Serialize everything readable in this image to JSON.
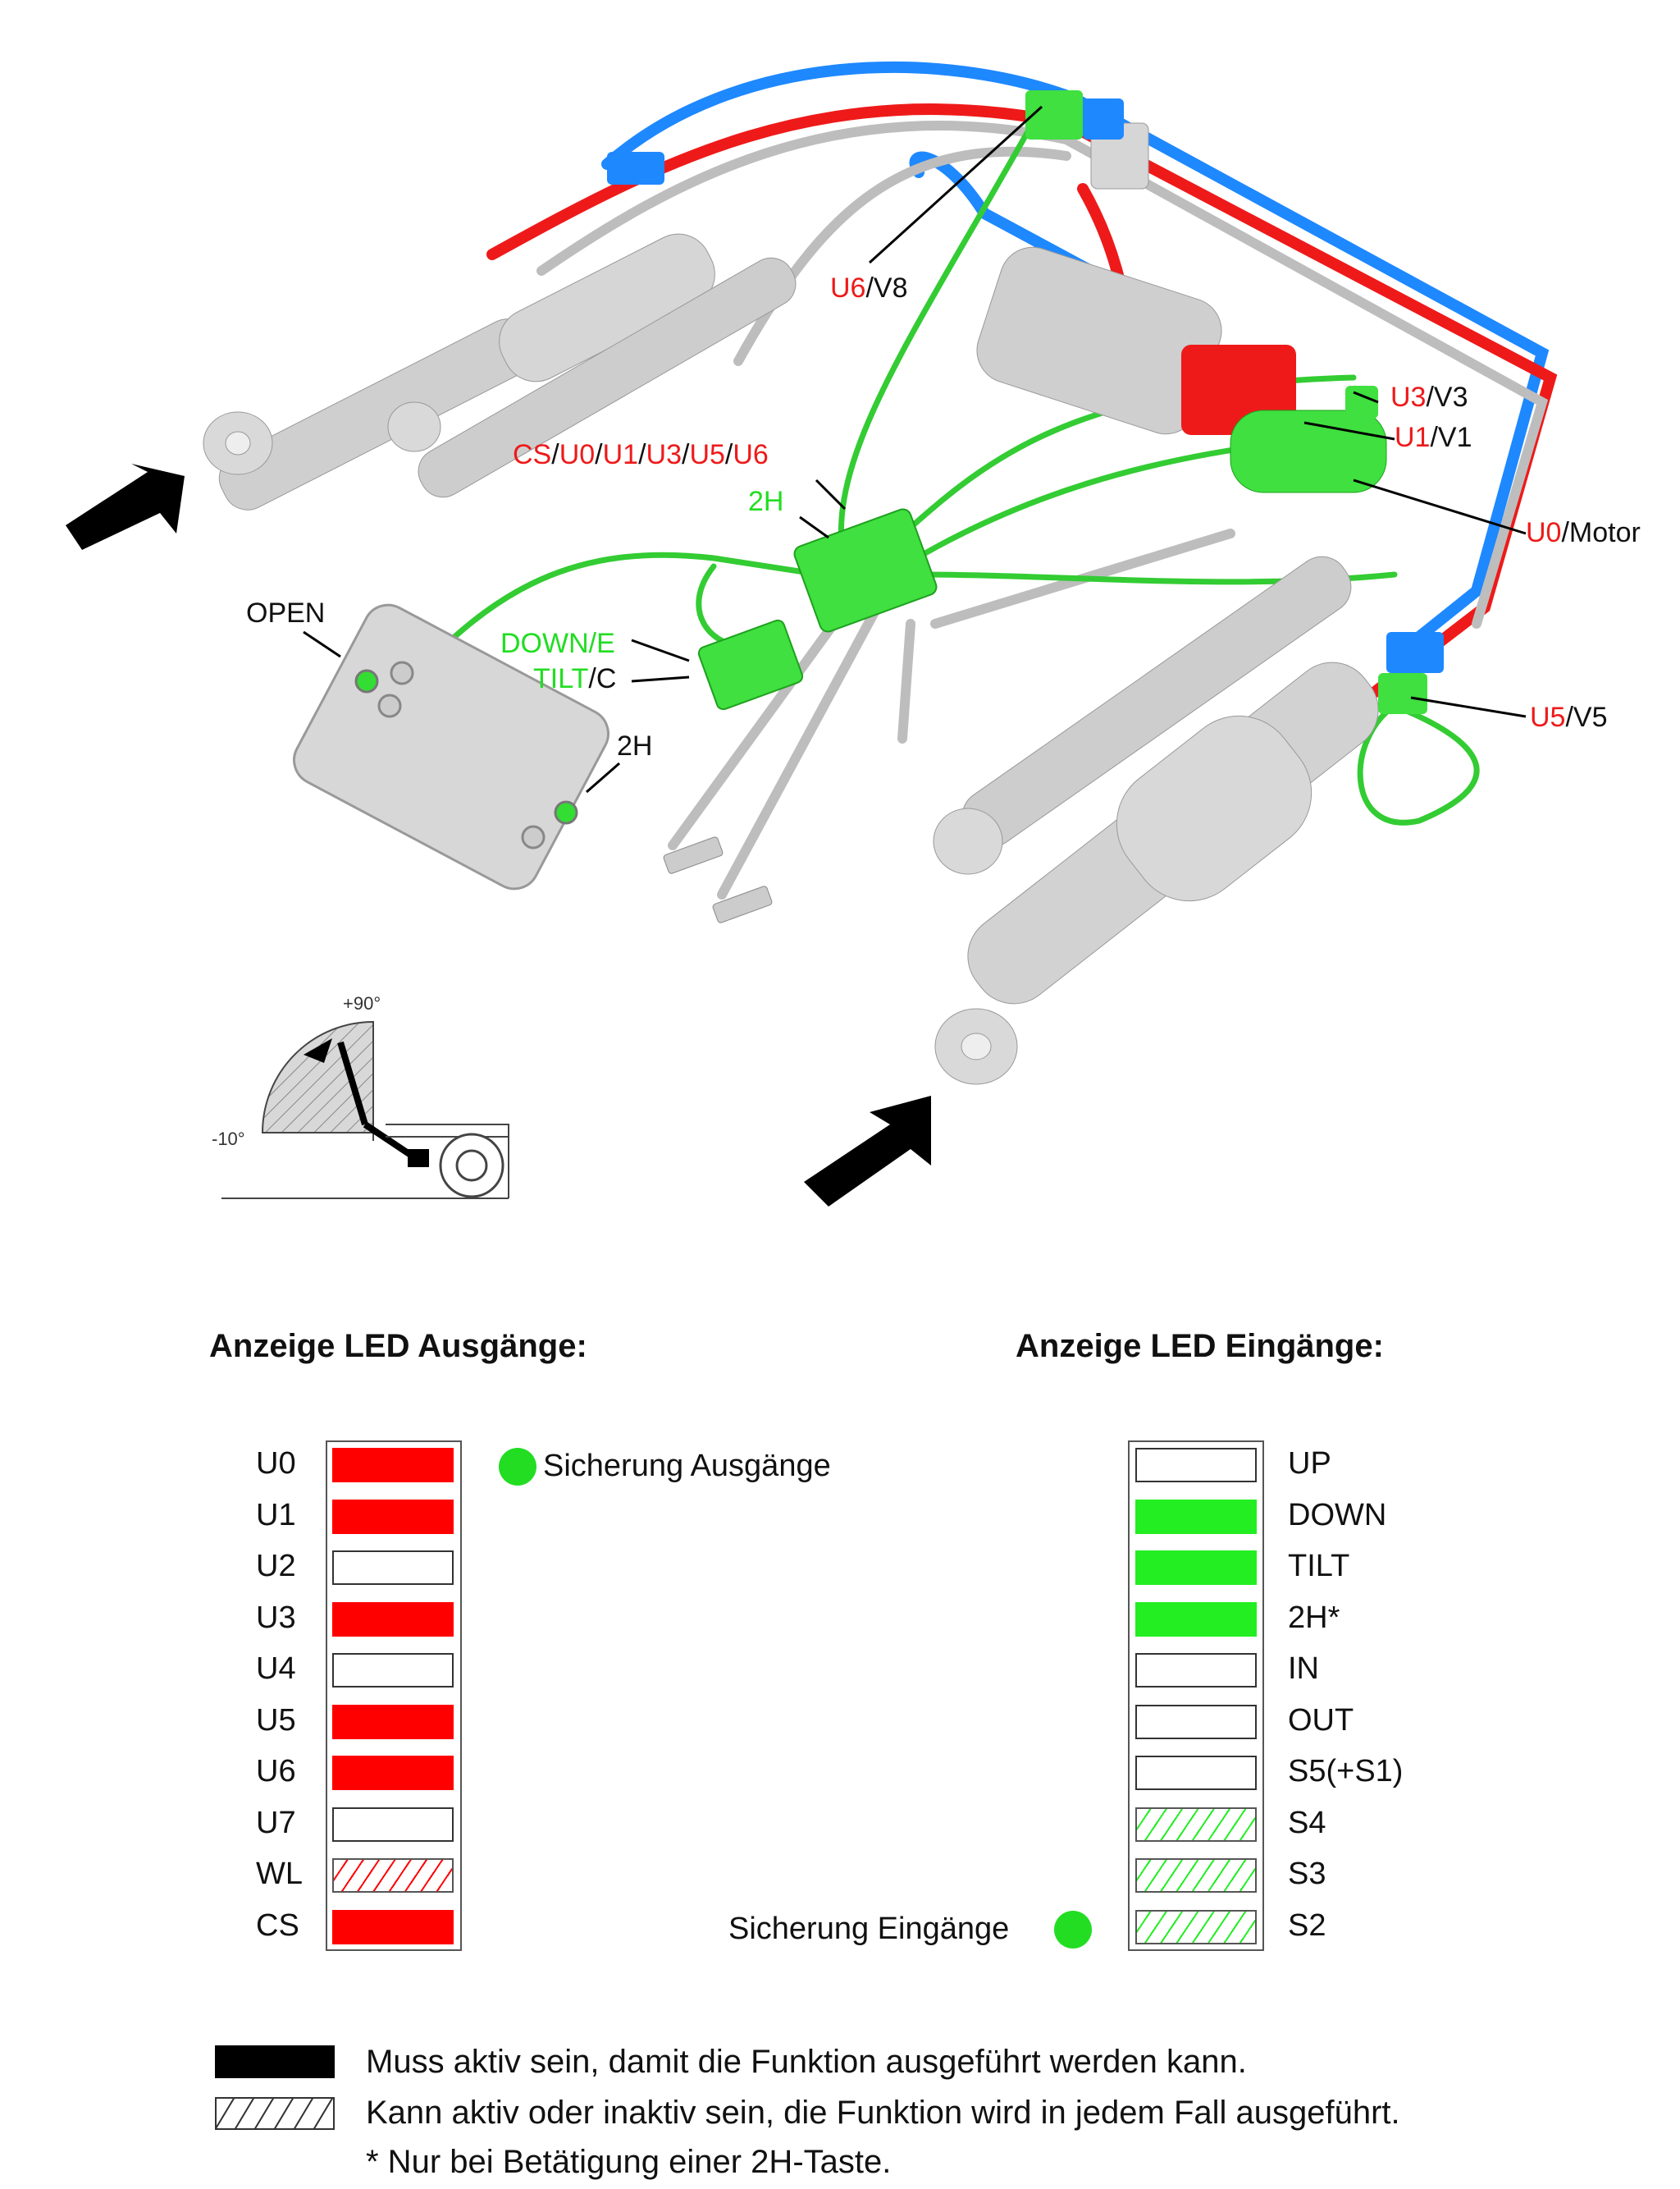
{
  "colors": {
    "red": "#ff0000",
    "green": "#22ee22",
    "blue": "#1e88ff",
    "black": "#000000",
    "grey": "#c8c8c8"
  },
  "diagram": {
    "label_u6_v8": {
      "u": "U6",
      "v": "/V8"
    },
    "label_u3_v3": {
      "u": "U3",
      "v": "/V3"
    },
    "label_u1_v1": {
      "u": "U1",
      "v": "/V1"
    },
    "label_u0_motor": {
      "u": "U0",
      "v": "/Motor"
    },
    "label_u5_v5": {
      "u": "U5",
      "v": "/V5"
    },
    "label_cs_chain": [
      "CS",
      "/",
      "U0",
      "/",
      "U1",
      "/",
      "U3",
      "/",
      "U5",
      "/",
      "U6"
    ],
    "label_2h_green": "2H",
    "label_open": "OPEN",
    "label_down": {
      "a": "DOWN",
      "b": "/E"
    },
    "label_tilt": {
      "a": "TILT",
      "b": "/C"
    },
    "label_2h_remote": "2H",
    "angle_plus": "+90°",
    "angle_minus": "-10°"
  },
  "outputs": {
    "title": "Anzeige LED Ausgänge:",
    "fuse_label": "Sicherung Ausgänge",
    "rows": [
      {
        "label": "U0",
        "state": "active"
      },
      {
        "label": "U1",
        "state": "active"
      },
      {
        "label": "U2",
        "state": "off"
      },
      {
        "label": "U3",
        "state": "active"
      },
      {
        "label": "U4",
        "state": "off"
      },
      {
        "label": "U5",
        "state": "active"
      },
      {
        "label": "U6",
        "state": "active"
      },
      {
        "label": "U7",
        "state": "off"
      },
      {
        "label": "WL",
        "state": "either"
      },
      {
        "label": "CS",
        "state": "active"
      }
    ]
  },
  "inputs": {
    "title": "Anzeige LED Eingänge:",
    "fuse_label": "Sicherung Eingänge",
    "rows": [
      {
        "label": "UP",
        "state": "off"
      },
      {
        "label": "DOWN",
        "state": "active"
      },
      {
        "label": "TILT",
        "state": "active"
      },
      {
        "label": "2H*",
        "state": "active"
      },
      {
        "label": "IN",
        "state": "off"
      },
      {
        "label": "OUT",
        "state": "off"
      },
      {
        "label": "S5(+S1)",
        "state": "off"
      },
      {
        "label": "S4",
        "state": "either"
      },
      {
        "label": "S3",
        "state": "either"
      },
      {
        "label": "S2",
        "state": "either"
      }
    ]
  },
  "legend": {
    "must_active": "Muss aktiv sein, damit die Funktion ausgeführt werden kann.",
    "either": "Kann aktiv oder inaktiv sein, die Funktion wird in jedem Fall ausgeführt.",
    "note": "* Nur bei Betätigung einer 2H-Taste."
  }
}
